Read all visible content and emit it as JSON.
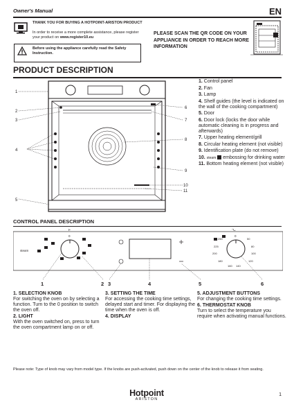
{
  "header": {
    "title": "Owner's Manual",
    "lang": "EN"
  },
  "register": {
    "line1": "THANK YOU FOR BUYING A HOTPOINT-ARISTON PRODUCT",
    "line2": "In order to receive a more complete assistance, please register your product on",
    "url": "www.register10.eu",
    "warning": "Before using the appliance carefully read the Safety Instruction."
  },
  "qr": {
    "text": "PLEASE SCAN THE QR CODE ON YOUR APPLIANCE IN ORDER TO REACH MORE INFORMATION"
  },
  "product": {
    "title": "PRODUCT DESCRIPTION",
    "callouts": [
      "1",
      "2",
      "3",
      "4",
      "5",
      "6",
      "7",
      "8",
      "9",
      "10",
      "11"
    ],
    "parts": [
      {
        "num": "1.",
        "text": "Control panel"
      },
      {
        "num": "2.",
        "text": "Fan"
      },
      {
        "num": "3.",
        "text": "Lamp"
      },
      {
        "num": "4.",
        "text": "Shelf guides (the level is indicated on the wall of the cooking compartment)"
      },
      {
        "num": "5.",
        "text": "Door"
      },
      {
        "num": "6.",
        "text": "Door lock (locks the door while automatic cleaning is in progress and afterwards)"
      },
      {
        "num": "7.",
        "text": "Upper heating element/grill"
      },
      {
        "num": "8.",
        "text": "Circular heating element (not visible)"
      },
      {
        "num": "9.",
        "text": "Identification plate (do not remove)"
      },
      {
        "num": "10.",
        "text": "embossing for drinking water"
      },
      {
        "num": "11.",
        "text": "Bottom heating element (not visible)"
      }
    ],
    "steam_word": "steam"
  },
  "control": {
    "title": "CONTROL PANEL DESCRIPTION",
    "labels": [
      "1",
      "2",
      "3",
      "4",
      "5",
      "6"
    ],
    "knob1_label": "F",
    "knob1_zero": "0",
    "knob2_label": "°C",
    "knob2_zero": "0",
    "temps": [
      "250",
      "50",
      "225",
      "80",
      "200",
      "100",
      "180",
      "120",
      "160",
      "140"
    ],
    "steam_word": "steam"
  },
  "desc": {
    "c1": [
      {
        "h": "1. SELECTION KNOB",
        "t": "For switching the oven on by selecting a function. Turn to the 0 position to switch the oven off."
      },
      {
        "h": "2. LIGHT",
        "t": "With the oven switched on, press to turn the oven compartment lamp on or off."
      }
    ],
    "c2": [
      {
        "h": "3. SETTING THE TIME",
        "t": "For accessing the cooking time settings, delayed start and timer. For displaying the time when the oven is off."
      },
      {
        "h": "4. DISPLAY",
        "t": ""
      }
    ],
    "c3": [
      {
        "h": "5. ADJUSTMENT BUTTONS",
        "t": "For changing the cooking time settings."
      },
      {
        "h": "6. THERMOSTAT KNOB",
        "t": "Turn to select the temperature you require when activating manual functions."
      }
    ]
  },
  "note": "Please note: Type of knob may vary from model type. If the knobs are push-activated, push down on the center of the knob to release it from seating.",
  "brand": {
    "name": "Hotpoint",
    "sub": "ARISTON"
  },
  "page": "1"
}
